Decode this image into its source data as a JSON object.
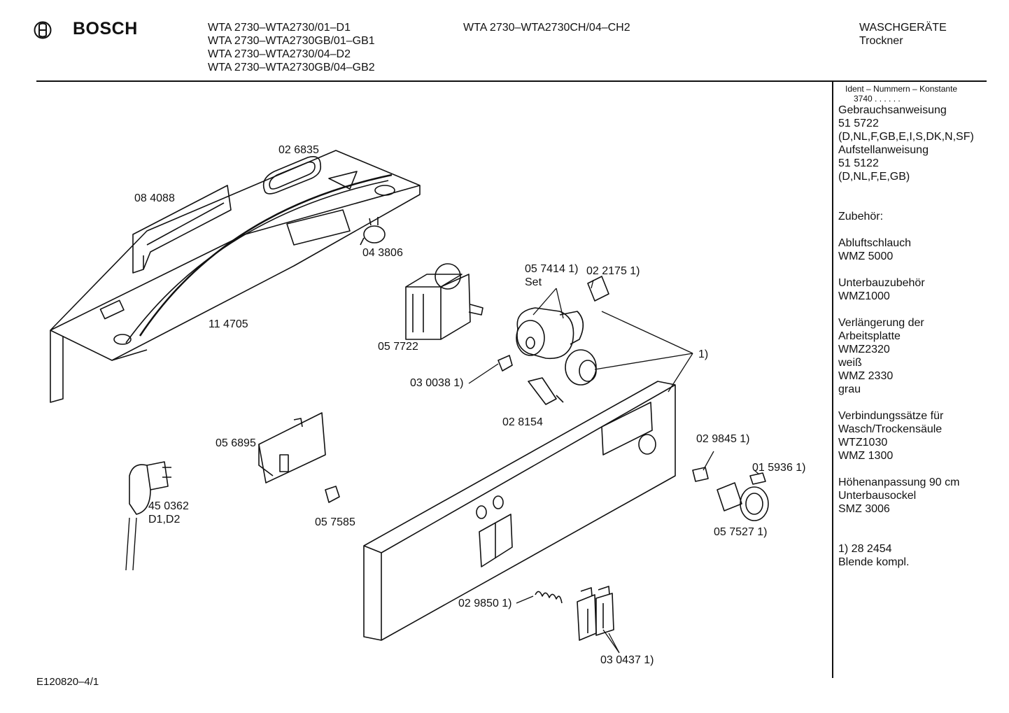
{
  "header": {
    "brand": "BOSCH",
    "models_left": [
      "WTA 2730–WTA2730/01–D1",
      "WTA 2730–WTA2730GB/01–GB1",
      "WTA 2730–WTA2730/04–D2",
      "WTA 2730–WTA2730GB/04–GB2"
    ],
    "models_mid": "WTA 2730–WTA2730CH/04–CH2",
    "category_line1": "WASCHGERÄTE",
    "category_line2": "Trockner"
  },
  "sidebar": {
    "ident_title": "Ident – Nummern – Konstante",
    "ident_value": "3740 . .  . . . .",
    "rows": [
      "Gebrauchsanweisung",
      "51 5722",
      "(D,NL,F,GB,E,I,S,DK,N,SF)",
      "Aufstellanweisung",
      "51 5122",
      "(D,NL,F,E,GB)",
      "",
      "",
      "Zubehör:",
      "",
      "Abluftschlauch",
      "WMZ 5000",
      "",
      "Unterbauzubehör",
      "WMZ1000",
      "",
      "Verlängerung der",
      "Arbeitsplatte",
      "WMZ2320",
      "weiß",
      "WMZ 2330",
      "grau",
      "",
      "Verbindungssätze für",
      "Wasch/Trockensäule",
      "WTZ1030",
      "WMZ 1300",
      "",
      "Höhenanpassung 90 cm",
      "Unterbausockel",
      "SMZ 3006",
      "",
      "",
      "1)  28 2454",
      "      Blende kompl."
    ]
  },
  "parts": {
    "p026835": "02 6835",
    "p084088": "08 4088",
    "p043806": "04 3806",
    "p114705": "11 4705",
    "p057722": "05 7722",
    "p057414": "05 7414 1)",
    "p057414_set": "Set",
    "p022175": "02 2175 1)",
    "p_ref1": "1)",
    "p030038": "03 0038 1)",
    "p028154": "02 8154",
    "p056895": "05 6895",
    "p450362": "45 0362",
    "p450362_var": "D1,D2",
    "p057585": "05 7585",
    "p029845": "02 9845 1)",
    "p015936": "01 5936 1)",
    "p057527": "05 7527 1)",
    "p029850": "02 9850 1)",
    "p030437": "03 0437 1)"
  },
  "footer": {
    "code": "E120820–4/1"
  }
}
